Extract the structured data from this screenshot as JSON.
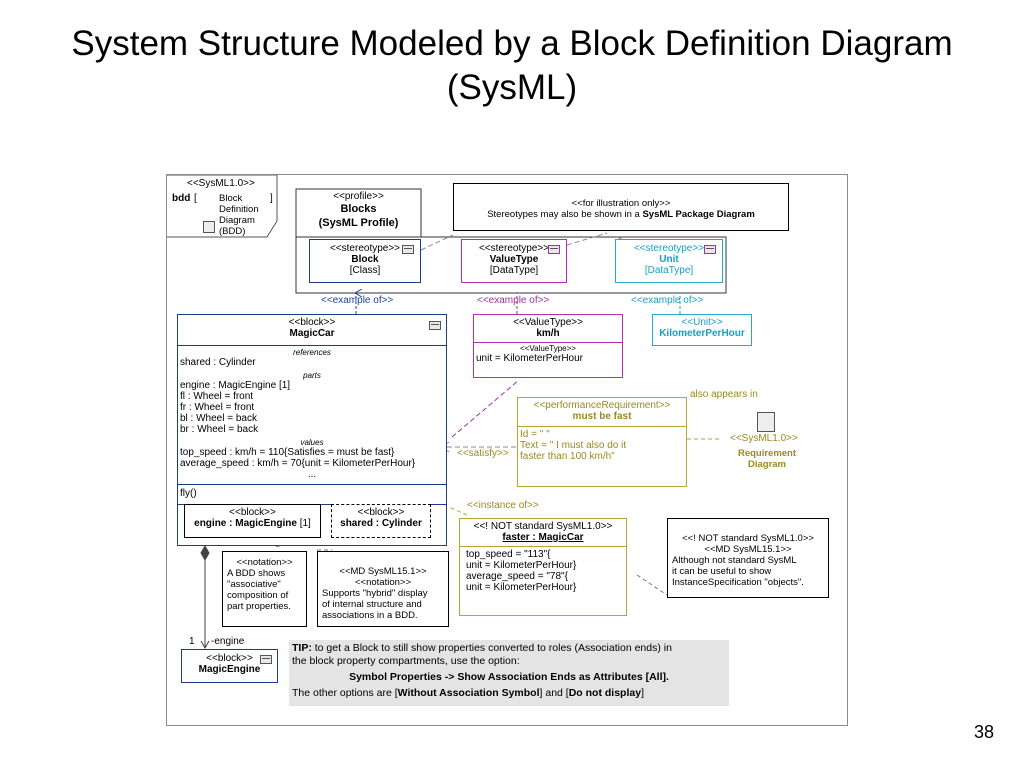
{
  "slide": {
    "title": "System Structure Modeled by a Block Definition Diagram (SysML)",
    "number": "38"
  },
  "frame": {
    "stereotype": "<<SysML1.0>>",
    "kind": "bdd",
    "open_bracket": "[",
    "name": "Block Definition Diagram (BDD)",
    "close_bracket": "]"
  },
  "profile": {
    "stereotype": "<<profile>>",
    "name_line1": "Blocks",
    "name_line2": "(SysML Profile)"
  },
  "illustration_note": {
    "line1": "<<for illustration only>>",
    "line2_prefix": "Stereotypes may also be shown in a ",
    "line2_bold": "SysML Package Diagram"
  },
  "stereotypes": [
    {
      "stereotype": "<<stereotype>>",
      "name": "Block",
      "meta": "[Class]"
    },
    {
      "stereotype": "<<stereotype>>",
      "name": "ValueType",
      "meta": "[DataType]"
    },
    {
      "stereotype": "<<stereotype>>",
      "name": "Unit",
      "meta": "[DataType]"
    }
  ],
  "example_labels": [
    "<<example of>>",
    "<<example of>>",
    "<<example of>>"
  ],
  "magic_car": {
    "stereotype": "<<block>>",
    "name": "MagicCar",
    "references_header": "references",
    "shared": "shared : Cylinder",
    "parts_header": "parts",
    "parts": [
      "engine : MagicEngine [1]",
      "fl : Wheel = front",
      "fr : Wheel = front",
      "bl : Wheel = back",
      "br : Wheel = back"
    ],
    "values_header": "values",
    "values": [
      "top_speed : km/h = 110{Satisfies = must be fast}",
      "average_speed : km/h = 70{unit = KilometerPerHour}"
    ],
    "ellipsis": "...",
    "operation": "fly()"
  },
  "nested_parts": [
    {
      "stereotype": "<<block>>",
      "name": "engine : MagicEngine",
      "mult": "[1]"
    },
    {
      "stereotype": "<<block>>",
      "name": "shared : Cylinder"
    }
  ],
  "kmh": {
    "stereotype": "<<ValueType>>",
    "name": "km/h",
    "unit_stereotype": "<<ValueType>>",
    "unit_prefix": "unit = ",
    "unit_value": "KilometerPerHour"
  },
  "kph_unit": {
    "stereotype": "<<Unit>>",
    "name": "KilometerPerHour"
  },
  "requirement": {
    "stereotype": "<<performanceRequirement>>",
    "name": "must be fast",
    "lines": [
      "Id = \" \"",
      "Text = \" I must also do it",
      "faster than 100 km/h\""
    ]
  },
  "also_appears": {
    "label": "also appears in",
    "stereotype": "<<SysML1.0>>",
    "diagram_line1": "Requirement",
    "diagram_line2": "Diagram"
  },
  "satisfy_label": "<<satisfy>>",
  "instance_of_label": "<<instance of>>",
  "faster": {
    "stereotype": "<<! NOT standard SysML1.0>>",
    "name": "faster : MagicCar",
    "slots": [
      "top_speed = \"113\"{",
      "unit = KilometerPerHour}",
      "average_speed = \"78\"{",
      "unit = KilometerPerHour}"
    ]
  },
  "not_standard_note": {
    "lines": [
      "<<! NOT standard SysML1.0>>",
      "<<MD SysML15.1>>",
      "Although not standard SysML",
      "it can be useful to show",
      "InstanceSpecification \"objects\"."
    ]
  },
  "notation_note": {
    "lines": [
      "<<notation>>",
      "A BDD shows",
      "\"associative\"",
      "composition of",
      "part properties."
    ]
  },
  "hybrid_note": {
    "lines": [
      "<<MD SysML15.1>>",
      "<<notation>>",
      "Supports \"hybrid\" display",
      "of internal structure and",
      "associations in a BDD."
    ]
  },
  "association": {
    "multiplicity": "1",
    "role": "-engine"
  },
  "magic_engine": {
    "stereotype": "<<block>>",
    "name": "MagicEngine"
  },
  "tip": {
    "lead": "TIP:",
    "line1": " to get a Block to still show properties converted to roles (Association ends) in",
    "line2": "the block property compartments, use the option:",
    "option": "Symbol Properties -> Show Association Ends as Attributes [All].",
    "other_prefix": "The other options are [",
    "other_a": "Without Association Symbol",
    "other_mid": "] and [",
    "other_b": "Do not display",
    "other_suffix": "]"
  }
}
